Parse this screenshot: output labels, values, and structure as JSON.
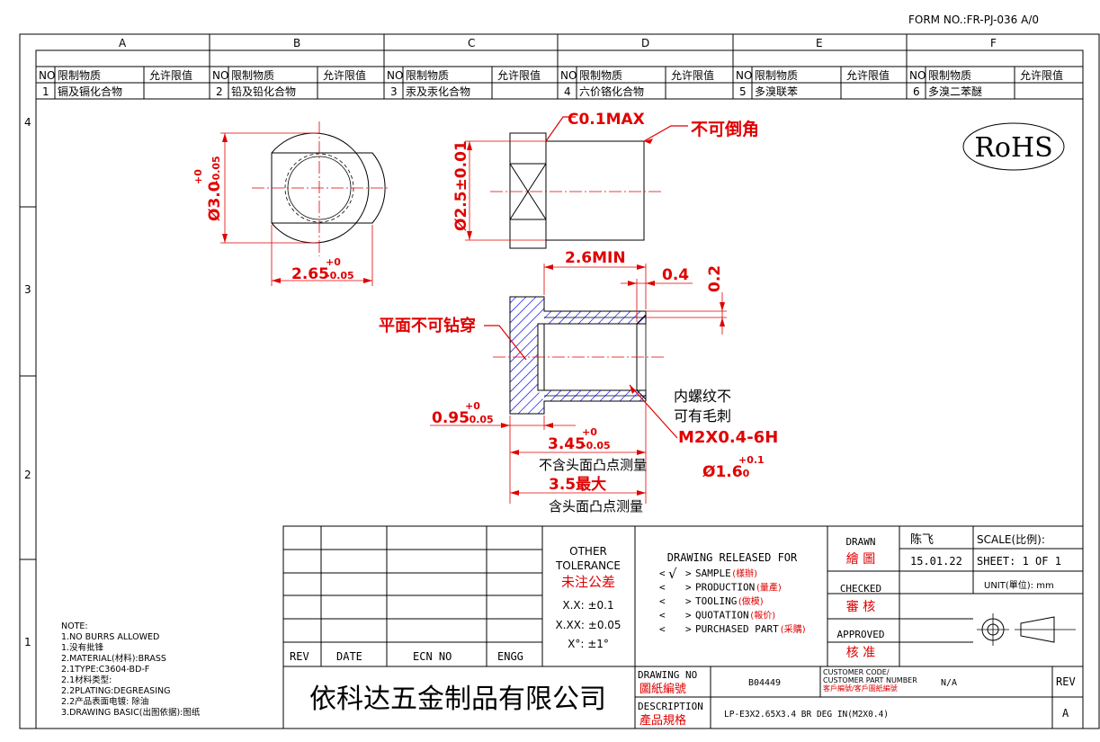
{
  "form_no": "FORM NO.:FR-PJ-036 A/0",
  "zones": {
    "cols": [
      "A",
      "B",
      "C",
      "D",
      "E",
      "F"
    ],
    "rows": [
      "4",
      "3",
      "2",
      "1"
    ]
  },
  "restricted": {
    "h_no": "NO",
    "h_sub": "限制物质",
    "h_lim": "允许限值",
    "items": [
      {
        "no": "1",
        "name": "镉及镉化合物"
      },
      {
        "no": "2",
        "name": "铅及铅化合物"
      },
      {
        "no": "3",
        "name": "汞及汞化合物"
      },
      {
        "no": "4",
        "name": "六价铬化合物"
      },
      {
        "no": "5",
        "name": "多溴联苯"
      },
      {
        "no": "6",
        "name": "多溴二苯醚"
      }
    ]
  },
  "rohs": "RoHS",
  "dims": {
    "d30": "Ø3.0",
    "d30_tol_up": "+0",
    "d30_tol_dn": "-0.05",
    "w265": "2.65",
    "w265_tol_up": "+0",
    "w265_tol_dn": "-0.05",
    "d25": "Ø2.5±0.01",
    "c01": "C0.1MAX",
    "no_chamfer": "不可倒角",
    "min26": "2.6MIN",
    "d04": "0.4",
    "d02": "0.2",
    "flat_note": "平面不可钻穿",
    "d095": "0.95",
    "d095_tol_up": "+0",
    "d095_tol_dn": "-0.05",
    "d345": "3.45",
    "d345_tol_up": "+0",
    "d345_tol_dn": "-0.05",
    "note_excl": "不含头面凸点测量",
    "d35": "3.5最大",
    "note_incl": "含头面凸点测量",
    "thread_note1": "内螺纹不",
    "thread_note2": "可有毛刺",
    "thread": "M2X0.4-6H",
    "d16": "Ø1.6",
    "d16_tol_up": "+0.1",
    "d16_tol_dn": "-0"
  },
  "notes": [
    "NOTE:",
    "1.NO BURRS ALLOWED",
    "1.没有批锋",
    "2.MATERIAL(材料):BRASS",
    "2.1TYPE:C3604-BD-F",
    "2.1材料类型:",
    "2.2PLATING:DEGREASING",
    "2.2产品表面电镀: 除油",
    "3.DRAWING BASIC(出图依据):图纸"
  ],
  "rev_table": {
    "rev": "REV",
    "date": "DATE",
    "ecn": "ECN NO",
    "engg": "ENGG"
  },
  "tolerance": {
    "l1": "OTHER",
    "l2": "TOLERANCE",
    "l3": "未注公差",
    "xx": "X.X: ±0.1",
    "xxx": "X.XX: ±0.05",
    "ang": "X°: ±1°"
  },
  "release": {
    "title": "DRAWING RELEASED FOR",
    "sample": "SAMPLE",
    "sample_cn": "(樣辦)",
    "production": "PRODUCTION",
    "production_cn": "(量產)",
    "tooling": "TOOLING",
    "tooling_cn": "(做模)",
    "quotation": "QUOTATION",
    "quotation_cn": "(報价)",
    "purchased": "PURCHASED PART",
    "purchased_cn": "(采購)",
    "check": "√"
  },
  "signoff": {
    "drawn": "DRAWN",
    "drawn_cn": "繪 圖",
    "drawn_by": "陈飞",
    "date": "15.01.22",
    "checked": "CHECKED",
    "checked_cn": "審 核",
    "approved": "APPROVED",
    "approved_cn": "核 准",
    "scale": "SCALE(比例):",
    "sheet": "SHEET:  1 OF 1",
    "unit": "UNIT(單位): mm"
  },
  "company": "依科达五金制品有限公司",
  "drawing_no_label": "DRAWING NO",
  "drawing_no_cn": "圖紙編號",
  "drawing_no": "B04449",
  "customer_label": "CUSTOMER CODE/",
  "customer_label2": "CUSTOMER PART NUMBER",
  "customer_cn": "客戶編號/客戶圖紙編號",
  "customer_val": "N/A",
  "rev_label": "REV",
  "rev_val": "A",
  "desc_label": "DESCRIPTION",
  "desc_cn": "產品規格",
  "desc_val": "LP-E3X2.65X3.4 BR DEG IN(M2X0.4)",
  "colors": {
    "dim_red": "#e00000",
    "hatch_blue": "#3030ff"
  }
}
